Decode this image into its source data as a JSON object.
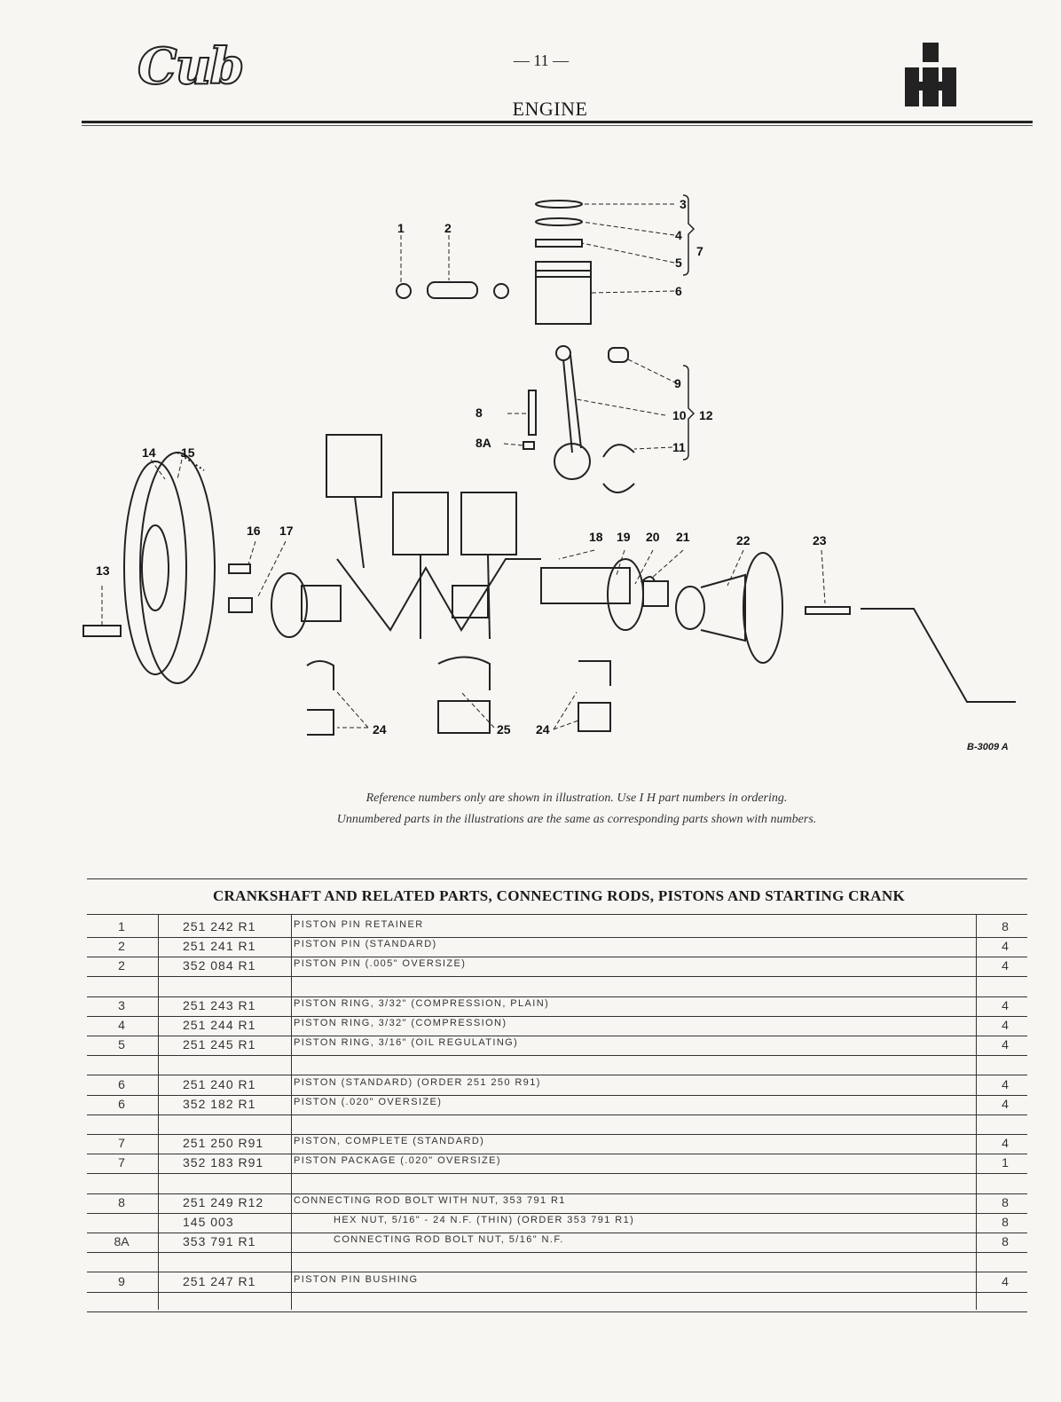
{
  "header": {
    "logo_text": "Cub",
    "page_number": "— 11 —",
    "title": "ENGINE"
  },
  "illustration": {
    "figure_code": "B-3009 A",
    "callouts": [
      "1",
      "2",
      "3",
      "4",
      "5",
      "6",
      "7",
      "8",
      "8A",
      "9",
      "10",
      "11",
      "12",
      "13",
      "14",
      "15",
      "16",
      "17",
      "18",
      "19",
      "20",
      "21",
      "22",
      "23",
      "24",
      "25",
      "24"
    ]
  },
  "notes": {
    "line1": "Reference numbers only are shown in illustration.   Use I H part numbers in ordering.",
    "line2": "Unnumbered parts in the illustrations are the same as corresponding parts shown with numbers."
  },
  "table": {
    "title": "CRANKSHAFT AND RELATED PARTS, CONNECTING RODS, PISTONS AND STARTING CRANK",
    "rows": [
      {
        "ref": "1",
        "part": "251 242 R1",
        "desc": "Piston Pin Retainer",
        "qty": "8",
        "indent": false
      },
      {
        "ref": "2",
        "part": "251 241 R1",
        "desc": "Piston Pin (Standard)",
        "qty": "4",
        "indent": false
      },
      {
        "ref": "2",
        "part": "352 084 R1",
        "desc": "Piston Pin (.005\" Oversize)",
        "qty": "4",
        "indent": false
      },
      {
        "ref": "",
        "part": "",
        "desc": "",
        "qty": "",
        "indent": false
      },
      {
        "ref": "3",
        "part": "251 243 R1",
        "desc": "Piston Ring, 3/32\" (Compression, Plain)",
        "qty": "4",
        "indent": false
      },
      {
        "ref": "4",
        "part": "251 244 R1",
        "desc": "Piston Ring, 3/32\" (Compression)",
        "qty": "4",
        "indent": false
      },
      {
        "ref": "5",
        "part": "251 245 R1",
        "desc": "Piston Ring, 3/16\" (Oil Regulating)",
        "qty": "4",
        "indent": false
      },
      {
        "ref": "",
        "part": "",
        "desc": "",
        "qty": "",
        "indent": false
      },
      {
        "ref": "6",
        "part": "251 240 R1",
        "desc": "Piston (Standard) (Order 251 250 R91)",
        "qty": "4",
        "indent": false
      },
      {
        "ref": "6",
        "part": "352 182 R1",
        "desc": "Piston (.020\" Oversize)",
        "qty": "4",
        "indent": false
      },
      {
        "ref": "",
        "part": "",
        "desc": "",
        "qty": "",
        "indent": false
      },
      {
        "ref": "7",
        "part": "251 250 R91",
        "desc": "Piston, Complete (Standard)",
        "qty": "4",
        "indent": false
      },
      {
        "ref": "7",
        "part": "352 183 R91",
        "desc": "Piston Package  (.020\" Oversize)",
        "qty": "1",
        "indent": false
      },
      {
        "ref": "",
        "part": "",
        "desc": "",
        "qty": "",
        "indent": false
      },
      {
        "ref": "8",
        "part": "251 249 R12",
        "desc": "Connecting Rod Bolt with Nut, 353 791 R1",
        "qty": "8",
        "indent": false
      },
      {
        "ref": "",
        "part": "145 003",
        "desc": "Hex Nut, 5/16\" - 24 N.F. (Thin) (Order 353 791 R1)",
        "qty": "8",
        "indent": true
      },
      {
        "ref": "8A",
        "part": "353 791 R1",
        "desc": "Connecting Rod Bolt Nut, 5/16\" N.F.",
        "qty": "8",
        "indent": true
      },
      {
        "ref": "",
        "part": "",
        "desc": "",
        "qty": "",
        "indent": false
      },
      {
        "ref": "9",
        "part": "251 247 R1",
        "desc": "Piston Pin Bushing",
        "qty": "4",
        "indent": false
      },
      {
        "ref": "",
        "part": "",
        "desc": "",
        "qty": "",
        "indent": false
      }
    ]
  }
}
